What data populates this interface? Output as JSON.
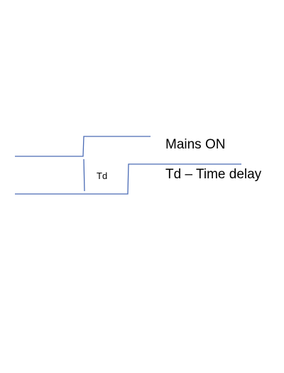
{
  "diagram": {
    "line_color": "#4a6bb5",
    "labels": {
      "mains_on": "Mains ON",
      "td_marker": "Td",
      "td_description": "Td – Time delay"
    }
  }
}
